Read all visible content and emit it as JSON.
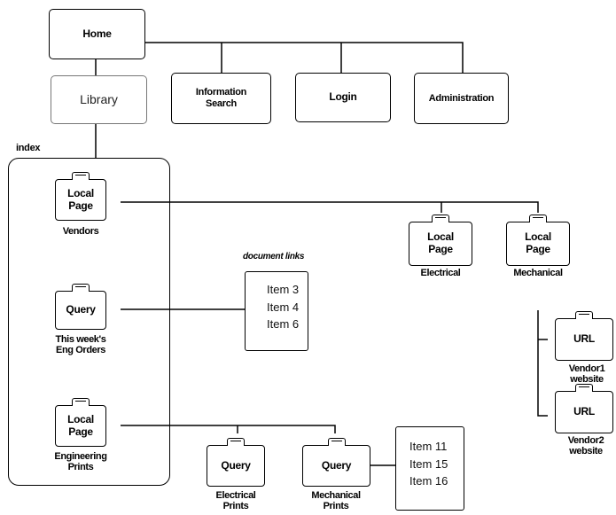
{
  "nav": {
    "home": "Home",
    "library": "Library",
    "information_search": "Information\nSearch",
    "login": "Login",
    "administration": "Administration"
  },
  "index_label": "index",
  "folders": {
    "vendors": {
      "box": "Local\nPage",
      "caption": "Vendors"
    },
    "eng_orders": {
      "box": "Query",
      "caption": "This week's\nEng Orders"
    },
    "eng_prints": {
      "box": "Local\nPage",
      "caption": "Engineering\nPrints"
    },
    "electrical": {
      "box": "Local\nPage",
      "caption": "Electrical"
    },
    "mechanical": {
      "box": "Local\nPage",
      "caption": "Mechanical"
    },
    "vendor1": {
      "box": "URL",
      "caption": "Vendor1\nwebsite"
    },
    "vendor2": {
      "box": "URL",
      "caption": "Vendor2\nwebsite"
    },
    "electrical_prints": {
      "box": "Query",
      "caption": "Electrical\nPrints"
    },
    "mechanical_prints": {
      "box": "Query",
      "caption": "Mechanical\nPrints"
    }
  },
  "document_links": {
    "heading": "document links",
    "items": [
      "Item 3",
      "Item 4",
      "Item 6"
    ]
  },
  "print_items": {
    "items": [
      "Item 11",
      "Item 15",
      "Item 16"
    ]
  }
}
